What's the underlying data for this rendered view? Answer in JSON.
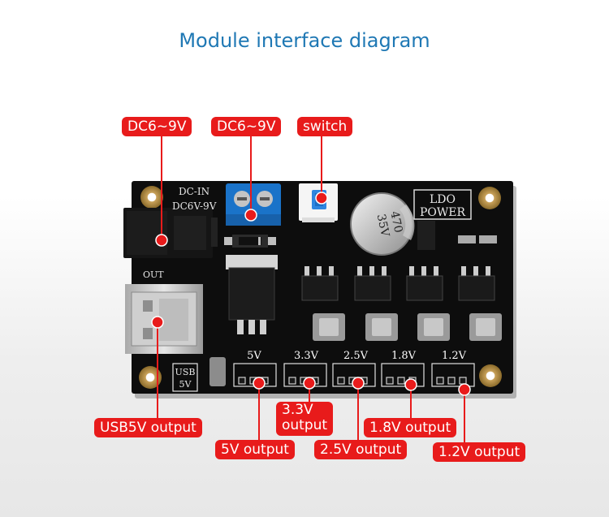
{
  "title": "Module interface diagram",
  "callouts": {
    "dc_jack": "DC6~9V",
    "dc_terminal": "DC6~9V",
    "switch": "switch",
    "usb": "USB5V output",
    "v5": "5V output",
    "v33_line1": "3.3V",
    "v33_line2": "output",
    "v25": "2.5V output",
    "v18": "1.8V output",
    "v12": "1.2V output"
  },
  "board": {
    "dc_in": "DC-IN",
    "dc_range": "DC6V-9V",
    "out": "OUT",
    "usb_line1": "USB",
    "usb_line2": "5V",
    "ldo_line1": "LDO",
    "ldo_line2": "POWER",
    "cap_line1": "470",
    "cap_line2": "35V",
    "voltages": [
      "5V",
      "3.3V",
      "2.5V",
      "1.8V",
      "1.2V"
    ]
  },
  "colors": {
    "callout": "#e81b1b",
    "board": "#0d0d0d",
    "title": "#1f78b4",
    "terminal": "#1a73c9"
  }
}
